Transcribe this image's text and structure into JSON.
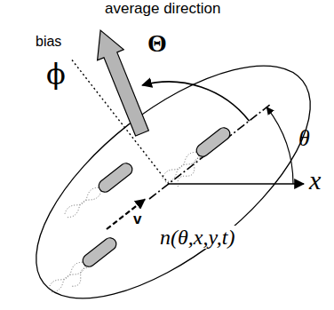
{
  "diagram": {
    "labels": [
      "average direction",
      "bias",
      "ϕ",
      "Θ",
      "θ",
      "x",
      "n(θ,x,y,t)",
      "v"
    ]
  }
}
